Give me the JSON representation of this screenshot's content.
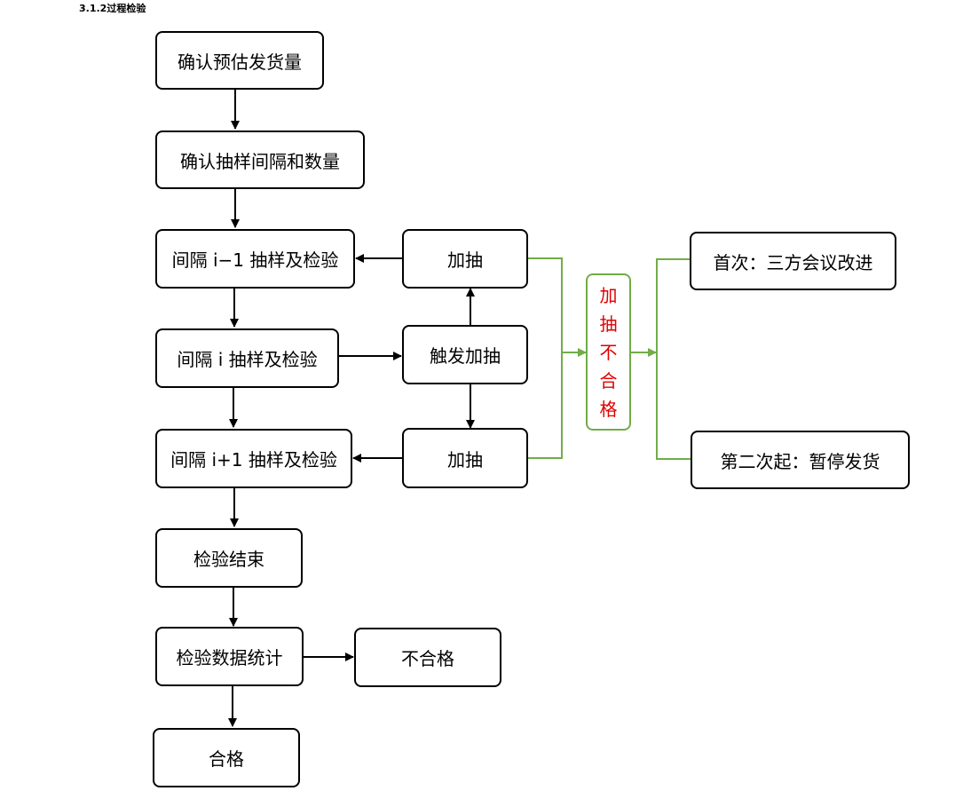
{
  "section": {
    "title": "3.1.2过程检验"
  },
  "colors": {
    "node_border": "#000000",
    "green_connector": "#70ad47",
    "red_text": "#e00000"
  },
  "nodes": {
    "estimate": "确认预估发货量",
    "confirm_sampling": "确认抽样间隔和数量",
    "interval_prev": "间隔 i−1 抽样及检验",
    "interval_i": "间隔 i 抽样及检验",
    "interval_next": "间隔 i+1 抽样及检验",
    "extra_top": "加抽",
    "trigger": "触发加抽",
    "extra_bottom": "加抽",
    "inspection_end": "检验结束",
    "data_stats": "检验数据统计",
    "fail": "不合格",
    "pass": "合格",
    "first_time": "首次：三方会议改进",
    "second_time": "第二次起：暂停发货",
    "extra_fail": [
      "加",
      "抽",
      "不",
      "合",
      "格"
    ]
  }
}
